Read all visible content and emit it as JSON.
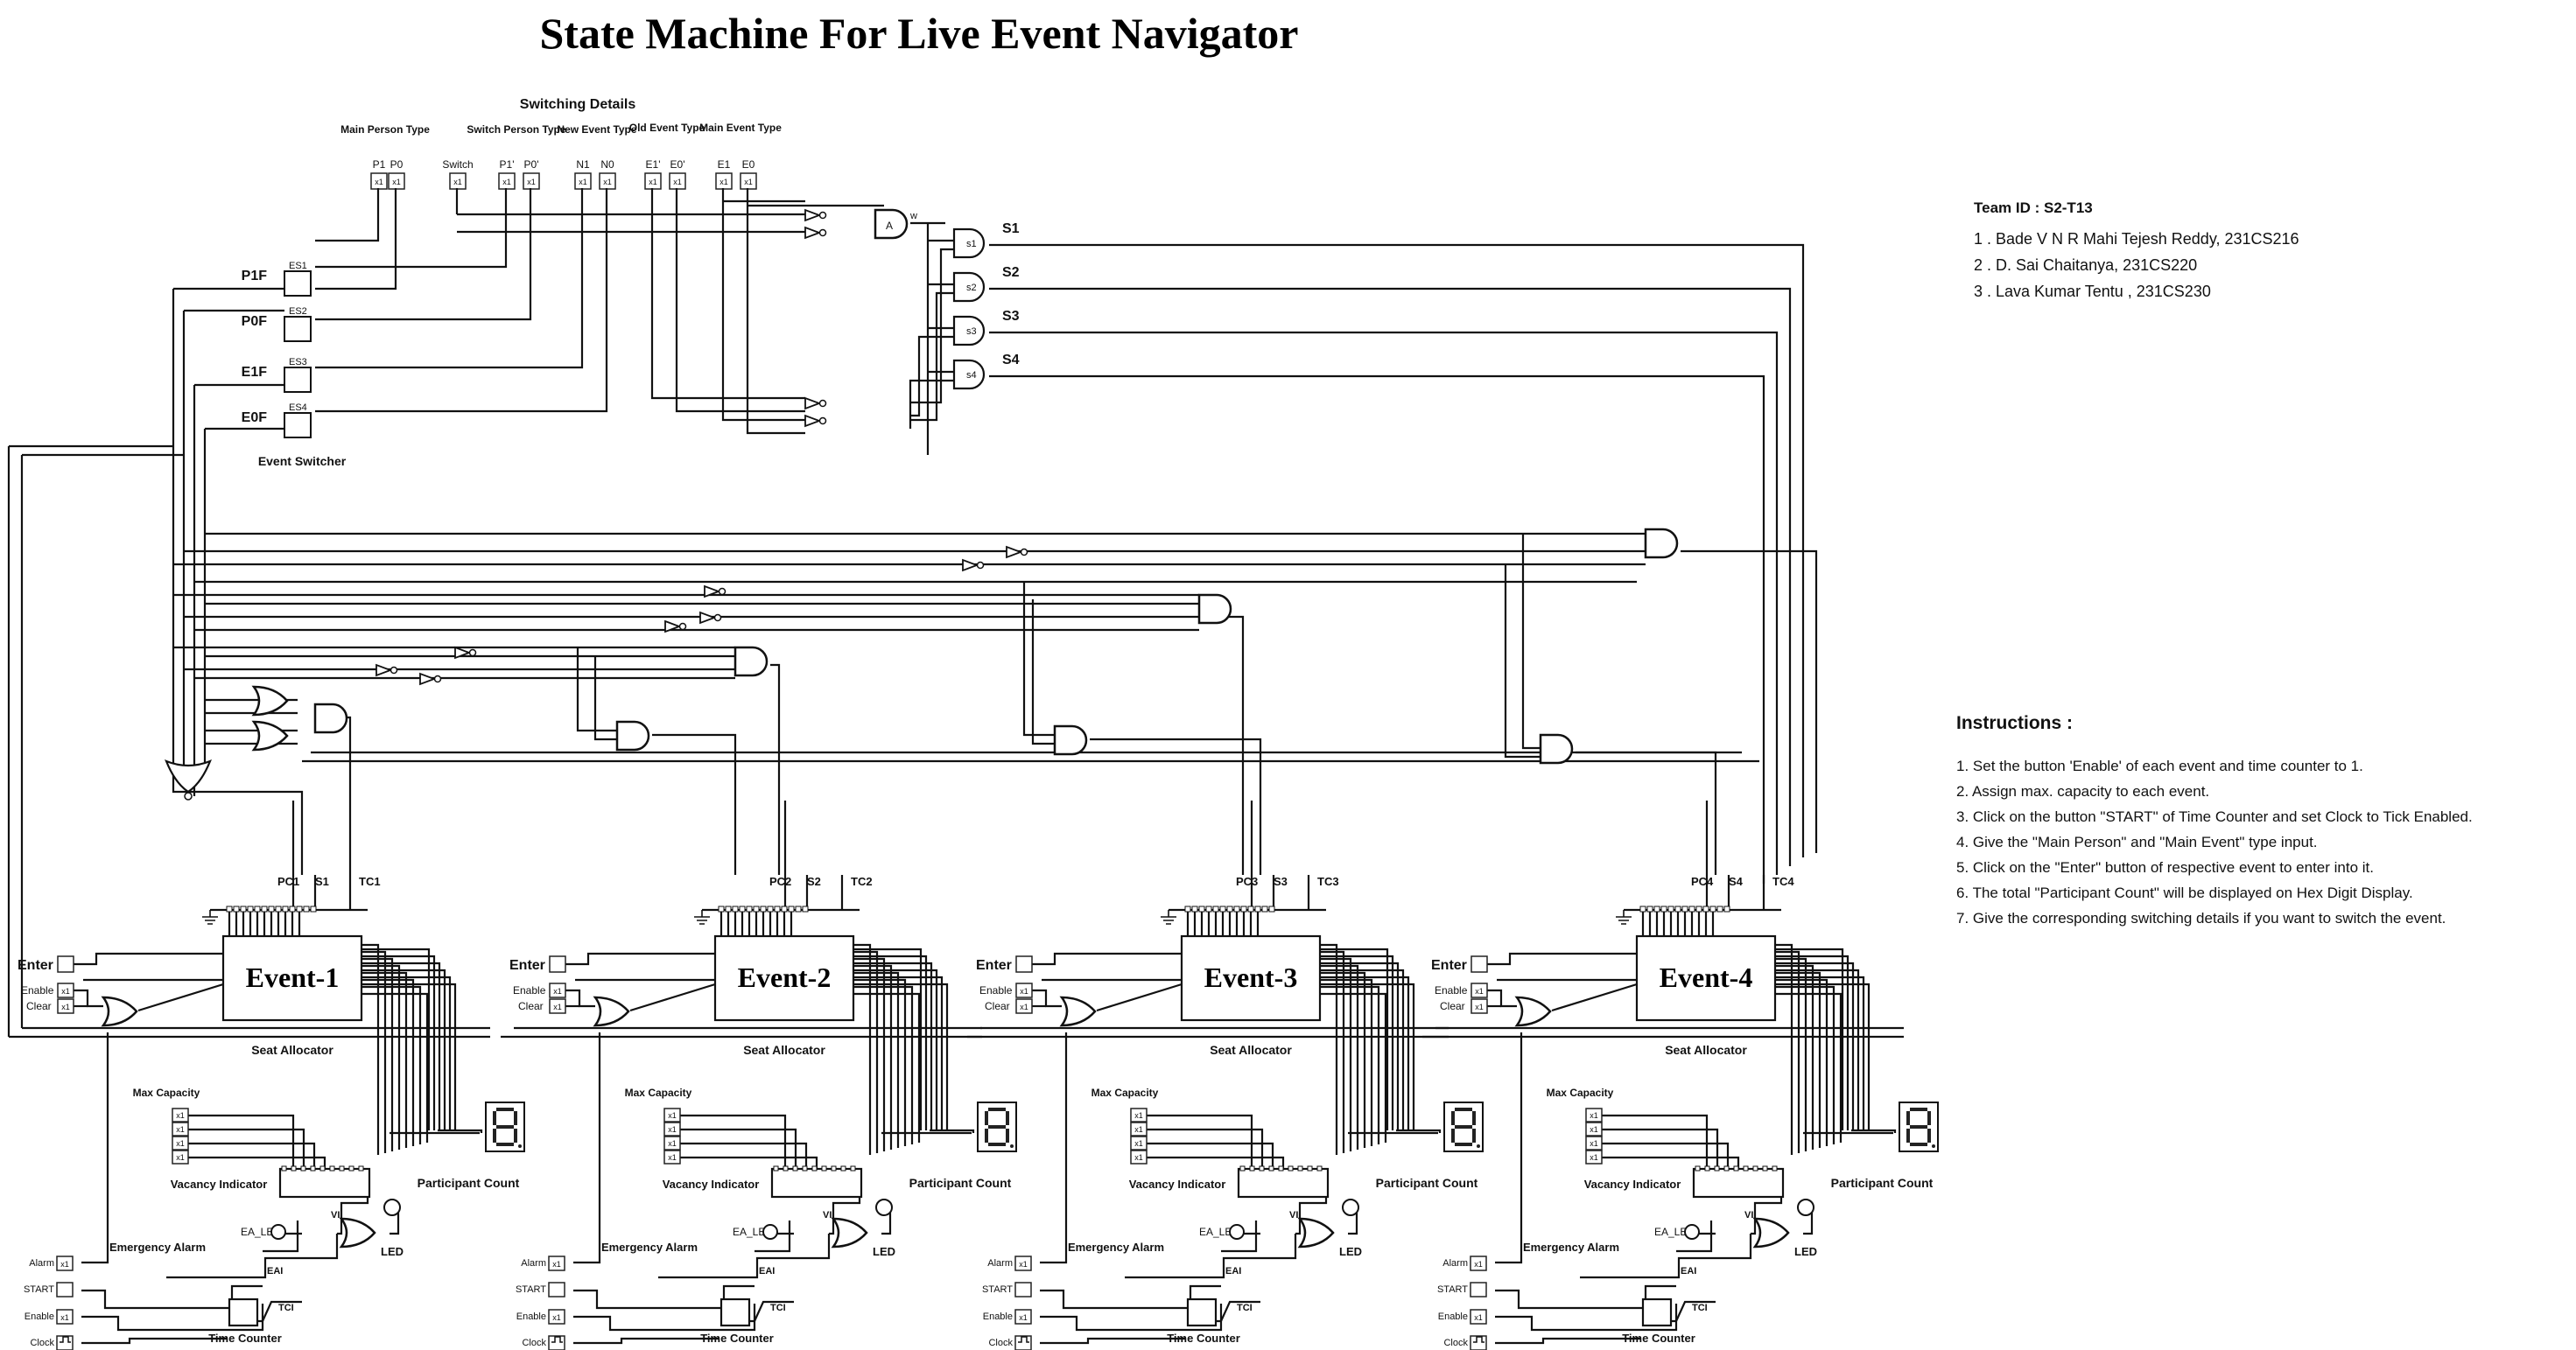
{
  "title": "State Machine For Live Event Navigator",
  "switching": {
    "header": "Switching Details",
    "groups": {
      "main_person_type": "Main Person Type",
      "switch_person_type": "Switch Person Type",
      "new_event_type": "New Event Type",
      "old_event_type": "Old Event Type",
      "main_event_type": "Main Event Type"
    },
    "pins": [
      "P1",
      "P0",
      "Switch",
      "P1'",
      "P0'",
      "N1",
      "N0",
      "E1'",
      "E0'",
      "E1",
      "E0"
    ],
    "pin_value": "x1"
  },
  "event_switcher": {
    "label": "Event Switcher",
    "flags": [
      "P1F",
      "P0F",
      "E1F",
      "E0F"
    ],
    "blocks": [
      "ES1",
      "ES2",
      "ES3",
      "ES4"
    ]
  },
  "state_gates": {
    "a_label": "A",
    "w_label": "w",
    "gates": [
      "s1",
      "s2",
      "s3",
      "s4"
    ],
    "outputs": [
      "S1",
      "S2",
      "S3",
      "S4"
    ]
  },
  "team": {
    "id": "Team ID : S2-T13",
    "members": [
      "1 . Bade V N R Mahi Tejesh Reddy, 231CS216",
      "2 . D. Sai Chaitanya, 231CS220",
      "3 . Lava Kumar Tentu , 231CS230"
    ]
  },
  "instructions": {
    "heading": "Instructions :",
    "items": [
      "1. Set the button 'Enable' of each event and time counter to 1.",
      "2. Assign max. capacity to each event.",
      "3. Click on the button \"START\" of Time Counter and set Clock to Tick Enabled.",
      "4. Give the \"Main Person\" and \"Main Event\" type input.",
      "5. Click on the \"Enter\" button of respective event to enter into it.",
      "6. The total \"Participant Count\" will be displayed on Hex Digit Display.",
      "7. Give the corresponding switching details if you want to switch the event."
    ]
  },
  "event_labels": {
    "enter": "Enter",
    "enable": "Enable",
    "clear": "Clear",
    "seat_allocator": "Seat Allocator",
    "max_capacity": "Max Capacity",
    "vacancy_indicator": "Vacancy Indicator",
    "participant_count": "Participant Count",
    "emergency_alarm": "Emergency Alarm",
    "alarm": "Alarm",
    "start": "START",
    "enable_tc": "Enable",
    "clock": "Clock",
    "time_counter": "Time Counter",
    "ea_led": "EA_LED",
    "eai": "EAI",
    "vi": "VI",
    "led": "LED",
    "tci": "TCI",
    "x1": "x1"
  },
  "events": [
    {
      "name": "Event-1",
      "pc": "PC1",
      "s": "S1",
      "tc": "TC1"
    },
    {
      "name": "Event-2",
      "pc": "PC2",
      "s": "S2",
      "tc": "TC2"
    },
    {
      "name": "Event-3",
      "pc": "PC3",
      "s": "S3",
      "tc": "TC3"
    },
    {
      "name": "Event-4",
      "pc": "PC4",
      "s": "S4",
      "tc": "TC4"
    }
  ]
}
